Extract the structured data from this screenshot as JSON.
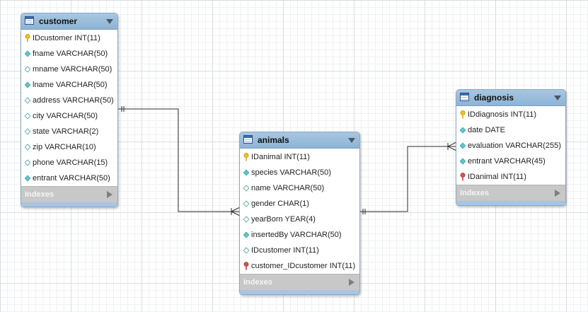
{
  "tables": [
    {
      "id": "customer",
      "name": "customer",
      "footer": "Indexes",
      "columns": [
        {
          "text": "IDcustomer INT(11)",
          "icon": "primary-key-icon"
        },
        {
          "text": "fname VARCHAR(50)",
          "icon": "not-null-column-icon"
        },
        {
          "text": "mname VARCHAR(50)",
          "icon": "nullable-column-icon"
        },
        {
          "text": "lname VARCHAR(50)",
          "icon": "not-null-column-icon"
        },
        {
          "text": "address VARCHAR(50)",
          "icon": "nullable-column-icon"
        },
        {
          "text": "city VARCHAR(50)",
          "icon": "nullable-column-icon"
        },
        {
          "text": "state VARCHAR(2)",
          "icon": "nullable-column-icon"
        },
        {
          "text": "zip VARCHAR(10)",
          "icon": "nullable-column-icon"
        },
        {
          "text": "phone VARCHAR(15)",
          "icon": "nullable-column-icon"
        },
        {
          "text": "entrant VARCHAR(50)",
          "icon": "not-null-column-icon"
        }
      ]
    },
    {
      "id": "animals",
      "name": "animals",
      "footer": "Indexes",
      "columns": [
        {
          "text": "IDanimal INT(11)",
          "icon": "primary-key-icon"
        },
        {
          "text": "species VARCHAR(50)",
          "icon": "not-null-column-icon"
        },
        {
          "text": "name VARCHAR(50)",
          "icon": "nullable-column-icon"
        },
        {
          "text": "gender CHAR(1)",
          "icon": "nullable-column-icon"
        },
        {
          "text": "yearBorn YEAR(4)",
          "icon": "nullable-column-icon"
        },
        {
          "text": "insertedBy VARCHAR(50)",
          "icon": "not-null-column-icon"
        },
        {
          "text": "IDcustomer INT(11)",
          "icon": "nullable-column-icon"
        },
        {
          "text": "customer_IDcustomer INT(11)",
          "icon": "foreign-key-icon"
        }
      ]
    },
    {
      "id": "diagnosis",
      "name": "diagnosis",
      "footer": "Indexes",
      "columns": [
        {
          "text": "IDdiagnosis INT(11)",
          "icon": "primary-key-icon"
        },
        {
          "text": "date DATE",
          "icon": "not-null-column-icon"
        },
        {
          "text": "evaluation VARCHAR(255)",
          "icon": "not-null-column-icon"
        },
        {
          "text": "entrant VARCHAR(45)",
          "icon": "not-null-column-icon"
        },
        {
          "text": "IDanimal INT(11)",
          "icon": "foreign-key-icon"
        }
      ]
    }
  ],
  "relationships": [
    {
      "from": "customer",
      "from_end": "one-and-only-one",
      "to": "animals",
      "to_end": "one-or-many"
    },
    {
      "from": "animals",
      "from_end": "one-and-only-one",
      "to": "diagnosis",
      "to_end": "one-or-many"
    }
  ],
  "colors": {
    "header": "#96bbdb",
    "footer": "#c8c8c8",
    "primary_key": "#f0c419",
    "not_null": "#5fc5c9",
    "foreign_key": "#d9534f"
  }
}
